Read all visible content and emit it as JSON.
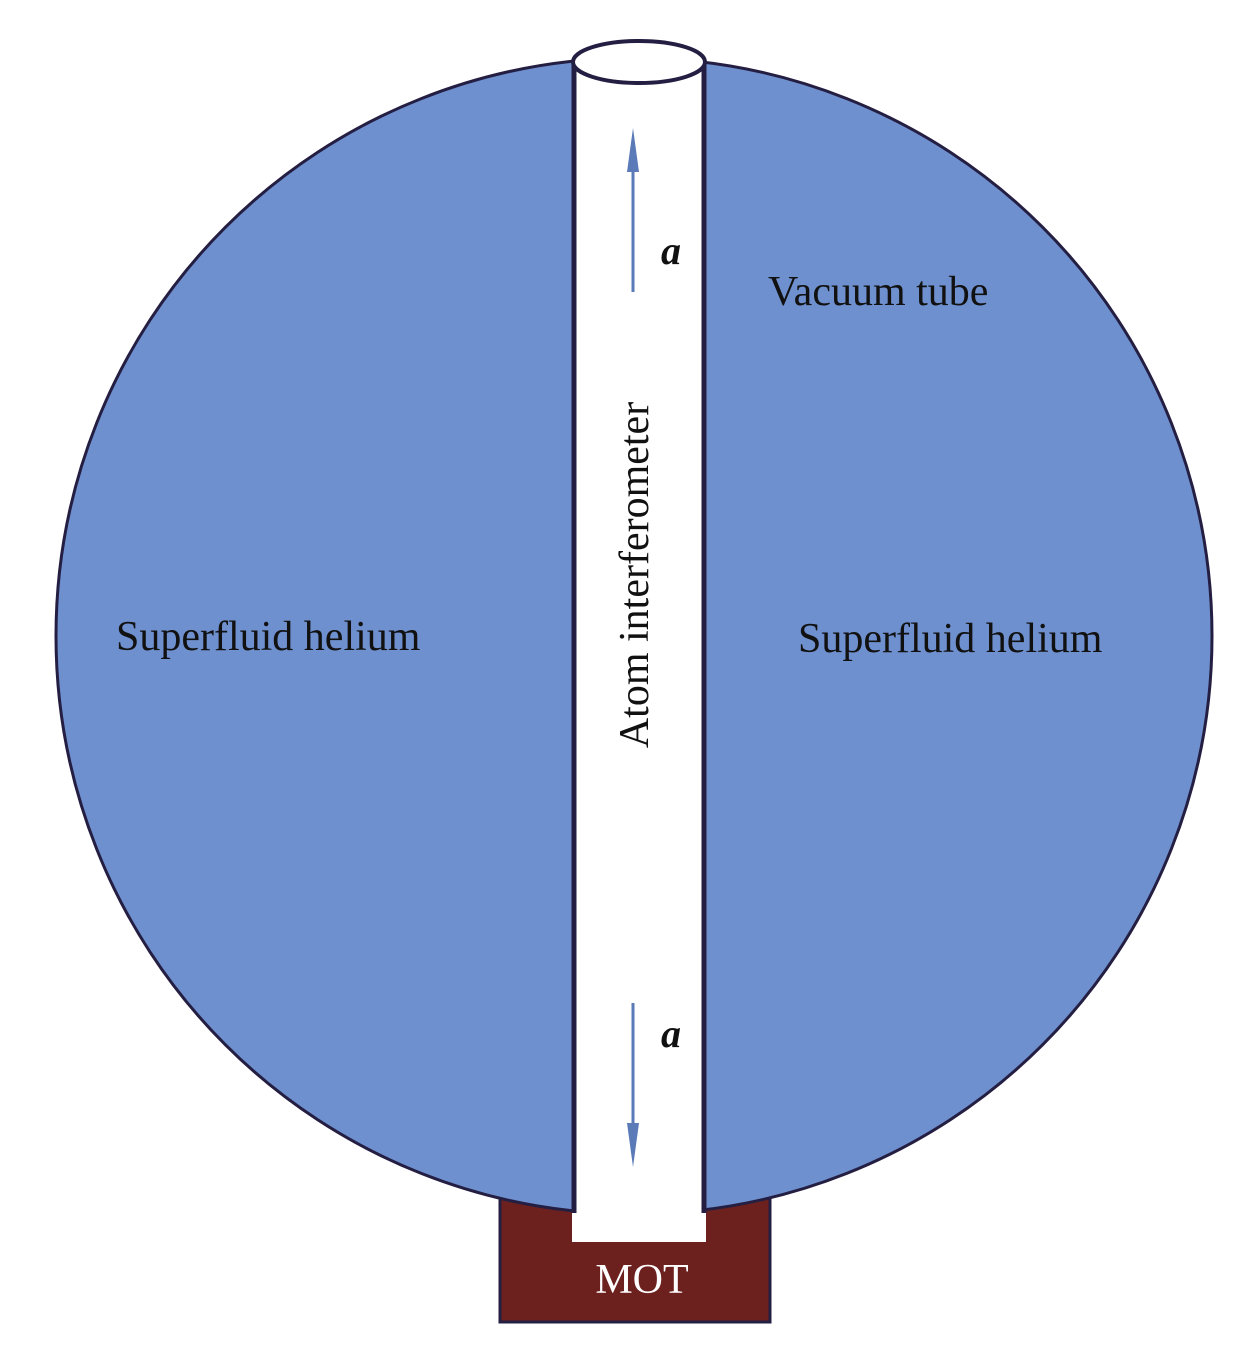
{
  "labels": {
    "left_region": "Superfluid helium",
    "right_region": "Superfluid helium",
    "tube": "Vacuum tube",
    "interferometer": "Atom interferometer",
    "trap": "MOT",
    "accel_up": "a",
    "accel_down": "a"
  },
  "colors": {
    "helium": "#6f90cf",
    "outline": "#241f42",
    "mot": "#6c211e",
    "arrow": "#5a7ab8"
  }
}
